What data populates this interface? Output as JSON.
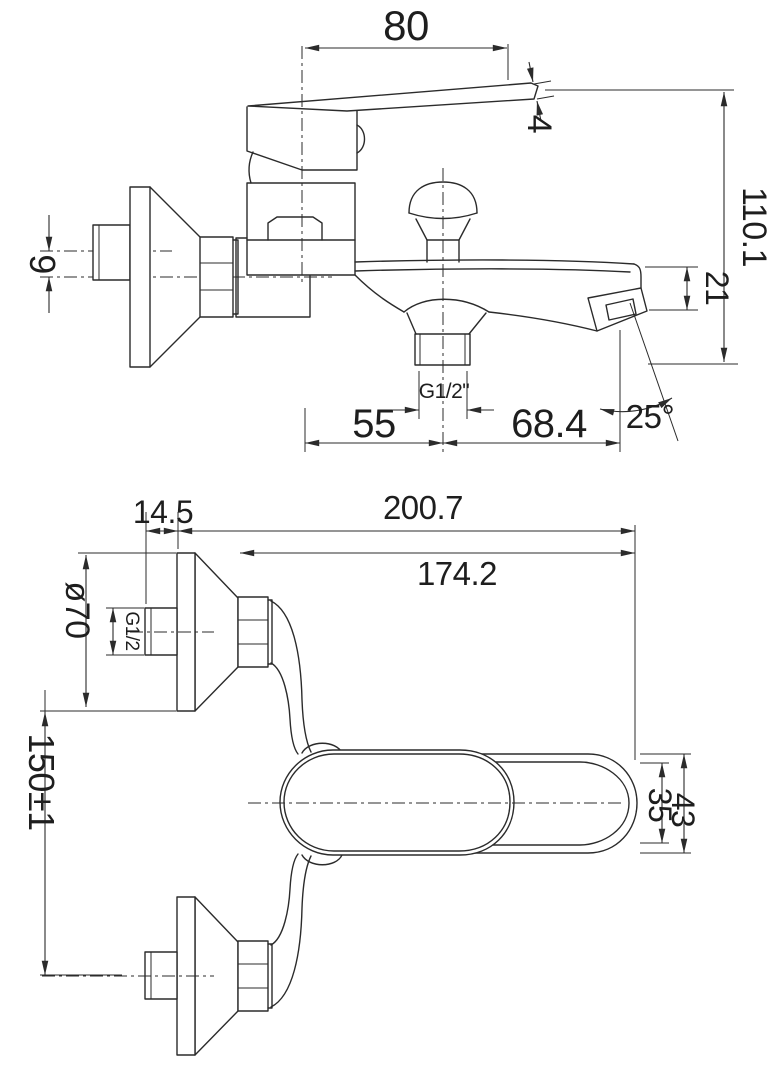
{
  "title": "Bath mixer faucet technical dimension drawing",
  "colors": {
    "background": "#ffffff",
    "line": "#2b2b2b",
    "text": "#1e1e1e"
  },
  "side_view": {
    "dims": {
      "handle_length": "80",
      "handle_thickness": "4",
      "total_height": "110.1",
      "spout_height": "21",
      "eccentric_offset": "9",
      "center_to_outlet": "55",
      "outlet_to_tip": "68.4",
      "outlet_angle": "25°",
      "outlet_thread": "G1/2\""
    }
  },
  "plan_view": {
    "dims": {
      "flange_depth": "14.5",
      "total_depth": "200.7",
      "body_depth": "174.2",
      "flange_diameter": "ø70",
      "inlet_thread": "G1/2",
      "inlet_spacing": "150±1",
      "handle_width": "35",
      "body_width": "43"
    }
  }
}
